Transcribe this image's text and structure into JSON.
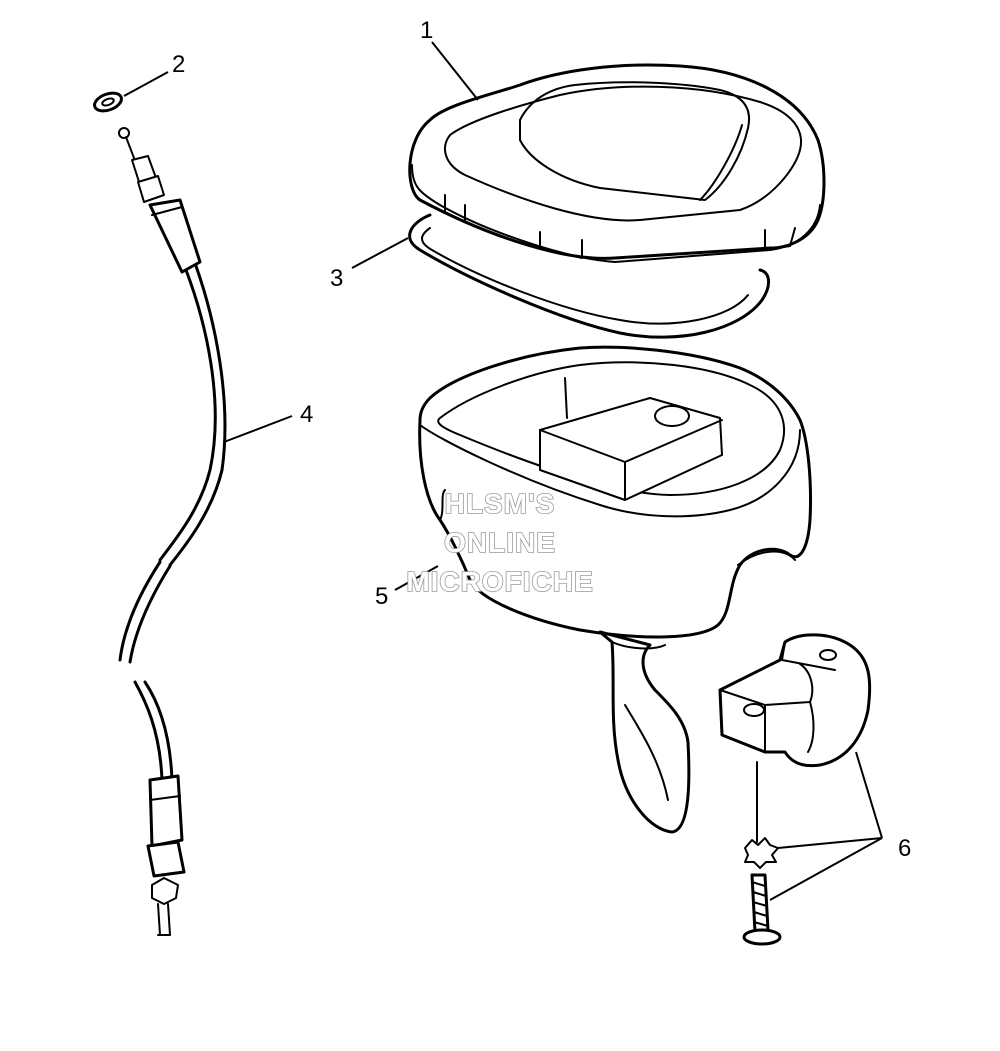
{
  "callouts": {
    "c1": "1",
    "c2": "2",
    "c3": "3",
    "c4": "4",
    "c5": "5",
    "c6": "6"
  },
  "watermark": {
    "line1": "HLSM'S",
    "line2": "ONLINE",
    "line3": "MICROFICHE"
  }
}
